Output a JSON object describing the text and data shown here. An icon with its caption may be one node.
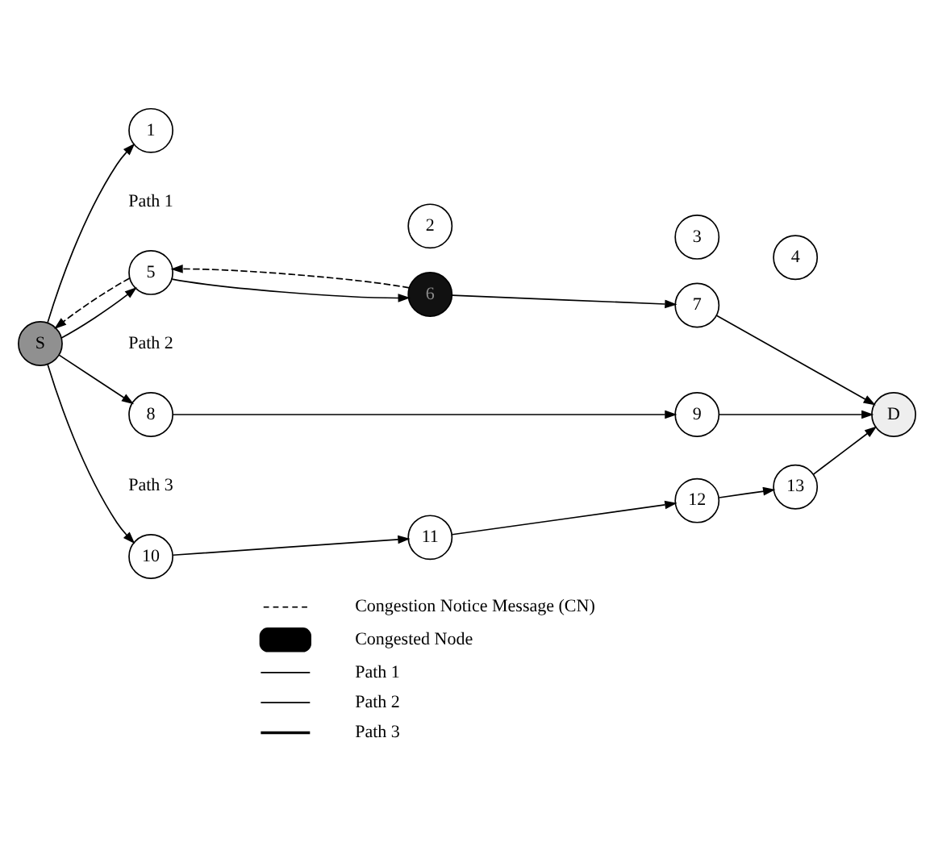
{
  "diagram": {
    "nodes": [
      {
        "text": [
          "S"
        ]
      },
      {
        "text": [
          "1"
        ]
      },
      {
        "text": [
          "2"
        ]
      },
      {
        "text": [
          "3"
        ]
      },
      {
        "text": [
          "4"
        ]
      },
      {
        "text": [
          "5"
        ]
      },
      {
        "text": [
          "6"
        ]
      },
      {
        "text": [
          "7"
        ]
      },
      {
        "text": [
          "D"
        ]
      },
      {
        "text": [
          "8"
        ]
      },
      {
        "text": [
          "9"
        ]
      },
      {
        "text": [
          "10"
        ]
      },
      {
        "text": [
          "11"
        ]
      },
      {
        "text": [
          "12"
        ]
      },
      {
        "text": [
          "13"
        ]
      }
    ],
    "edges": [
      {
        "from": 0,
        "to": 1,
        "arrow": "to"
      },
      {
        "from": 0,
        "to": 5,
        "arrow": "to"
      },
      {
        "from": 5,
        "to": 0,
        "arrow": "to",
        "style": "dashed"
      },
      {
        "from": 5,
        "to": 6,
        "arrow": "to"
      },
      {
        "from": 6,
        "to": 5,
        "arrow": "to",
        "style": "dashed"
      },
      {
        "from": 6,
        "to": 7,
        "arrow": "to"
      },
      {
        "from": 7,
        "to": 8,
        "arrow": "to"
      },
      {
        "from": 0,
        "to": 9,
        "arrow": "to"
      },
      {
        "from": 9,
        "to": 10,
        "arrow": "to"
      },
      {
        "from": 10,
        "to": 8,
        "arrow": "to"
      },
      {
        "from": 0,
        "to": 11,
        "arrow": "to"
      },
      {
        "from": 11,
        "to": 12,
        "arrow": "to"
      },
      {
        "from": 12,
        "to": 13,
        "arrow": "to"
      },
      {
        "from": 13,
        "to": 14,
        "arrow": "to"
      },
      {
        "from": 14,
        "to": 8,
        "arrow": "to"
      }
    ],
    "labels": [
      "Path 1",
      "Path 2",
      "Path 3"
    ],
    "legend": [
      {
        "text": "Congestion Notice Message (CN)"
      },
      {
        "text": "Congested Node"
      },
      {
        "text": "Path 1"
      },
      {
        "text": "Path 2"
      },
      {
        "text": "Path 3"
      }
    ]
  }
}
